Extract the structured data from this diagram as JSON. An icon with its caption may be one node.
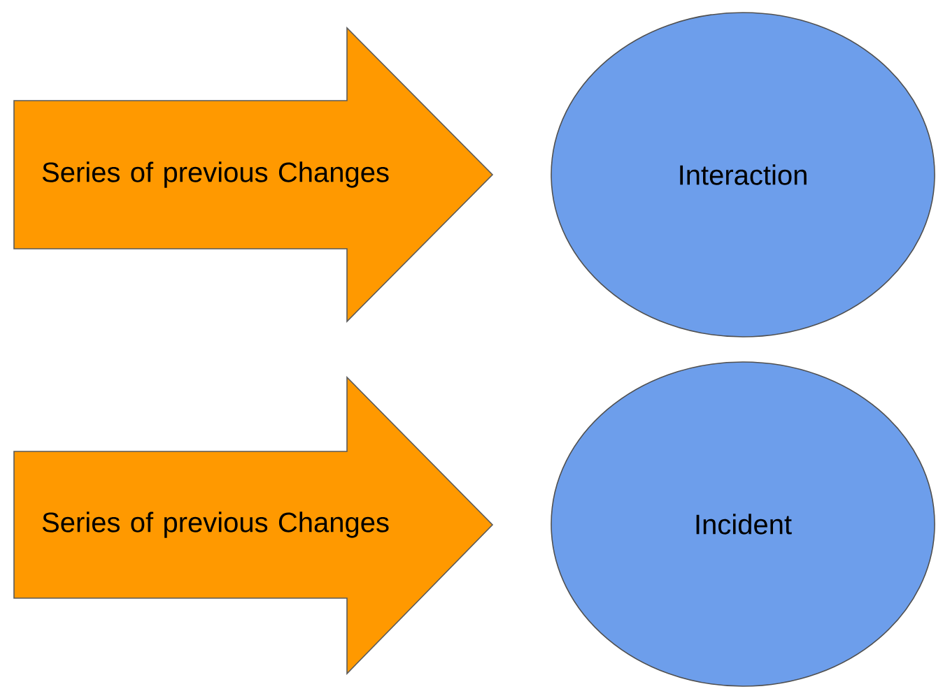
{
  "diagram": {
    "nodes": [
      {
        "text": [
          "Series of previous Changes"
        ]
      },
      {
        "text": [
          "Interaction"
        ]
      },
      {
        "text": [
          "Series of previous Changes"
        ]
      },
      {
        "text": [
          "Incident"
        ]
      }
    ]
  }
}
